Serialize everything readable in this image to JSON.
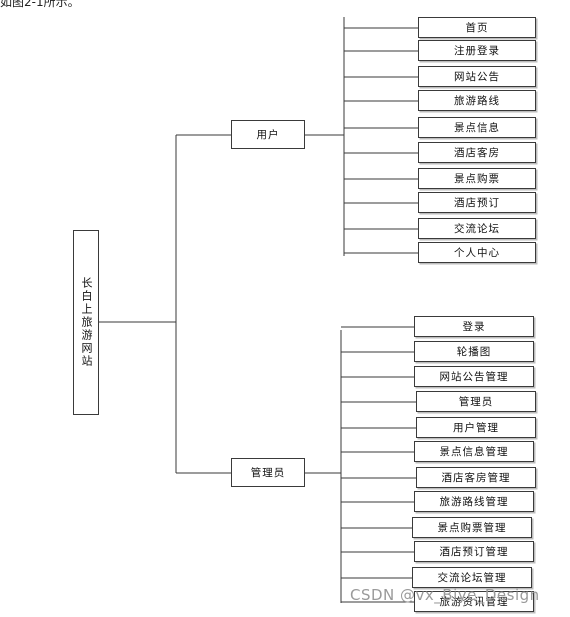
{
  "caption": "如图2-1所示。",
  "root": {
    "label": "长白上旅游网站"
  },
  "branches": [
    {
      "label": "用户",
      "items": [
        "首页",
        "注册登录",
        "网站公告",
        "旅游路线",
        "景点信息",
        "酒店客房",
        "景点购票",
        "酒店预订",
        "交流论坛",
        "个人中心"
      ]
    },
    {
      "label": "管理员",
      "items": [
        "登录",
        "轮播图",
        "网站公告管理",
        "管理员",
        "用户管理",
        "景点信息管理",
        "酒店客房管理",
        "旅游路线管理",
        "景点购票管理",
        "酒店预订管理",
        "交流论坛管理",
        "旅游资讯管理"
      ]
    }
  ],
  "watermark": "CSDN @vx_Biye_Design",
  "colors": {
    "line": "#3a3a3a",
    "box_border": "#3a3a3a",
    "watermark": "#9a9a9a"
  }
}
